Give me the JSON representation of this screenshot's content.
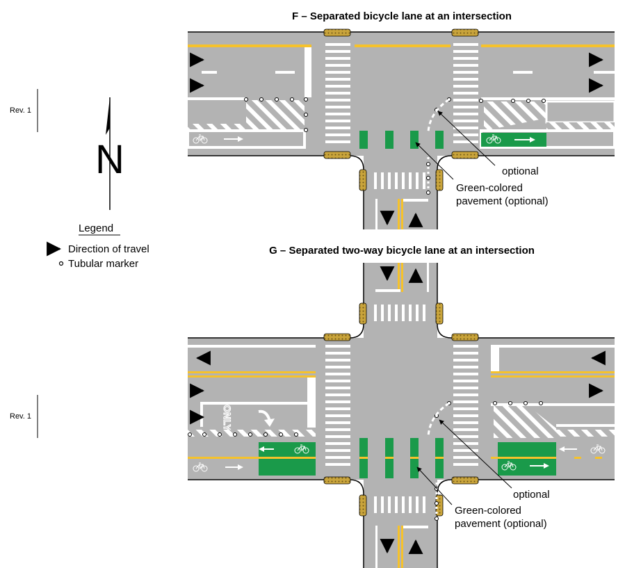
{
  "panel_f": {
    "title": "F – Separated bicycle lane at an intersection",
    "callout_optional": "optional",
    "callout_green_1": "Green-colored",
    "callout_green_2": "pavement (optional)"
  },
  "panel_g": {
    "title": "G – Separated two-way bicycle lane at an intersection",
    "callout_optional": "optional",
    "callout_green_1": "Green-colored",
    "callout_green_2": "pavement (optional)",
    "only_text": "ONLY"
  },
  "revisions": {
    "top": "Rev. 1",
    "bottom": "Rev. 1"
  },
  "north": {
    "letter": "N"
  },
  "legend": {
    "title": "Legend",
    "direction": "Direction of travel",
    "marker": "Tubular marker"
  },
  "colors": {
    "pavement": "#b3b3b3",
    "green_lane": "#1a9a4a",
    "yellow_line": "#f6c22b",
    "ramp": "#c9a43b"
  }
}
